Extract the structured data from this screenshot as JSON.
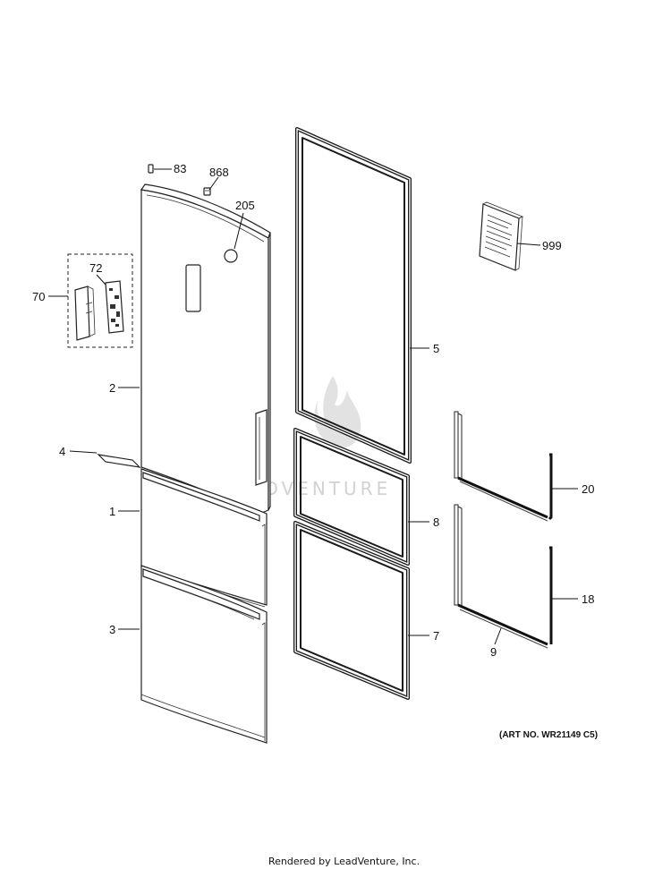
{
  "callouts": {
    "c83": "83",
    "c868": "868",
    "c205": "205",
    "c999": "999",
    "c72": "72",
    "c70": "70",
    "c2": "2",
    "c5": "5",
    "c4": "4",
    "c20": "20",
    "c1": "1",
    "c8": "8",
    "c18": "18",
    "c3": "3",
    "c7": "7",
    "c9": "9"
  },
  "art_number": "(ART NO. WR21149 C5)",
  "watermark": "LEADVENTURE",
  "footer": "Rendered by LeadVenture, Inc."
}
